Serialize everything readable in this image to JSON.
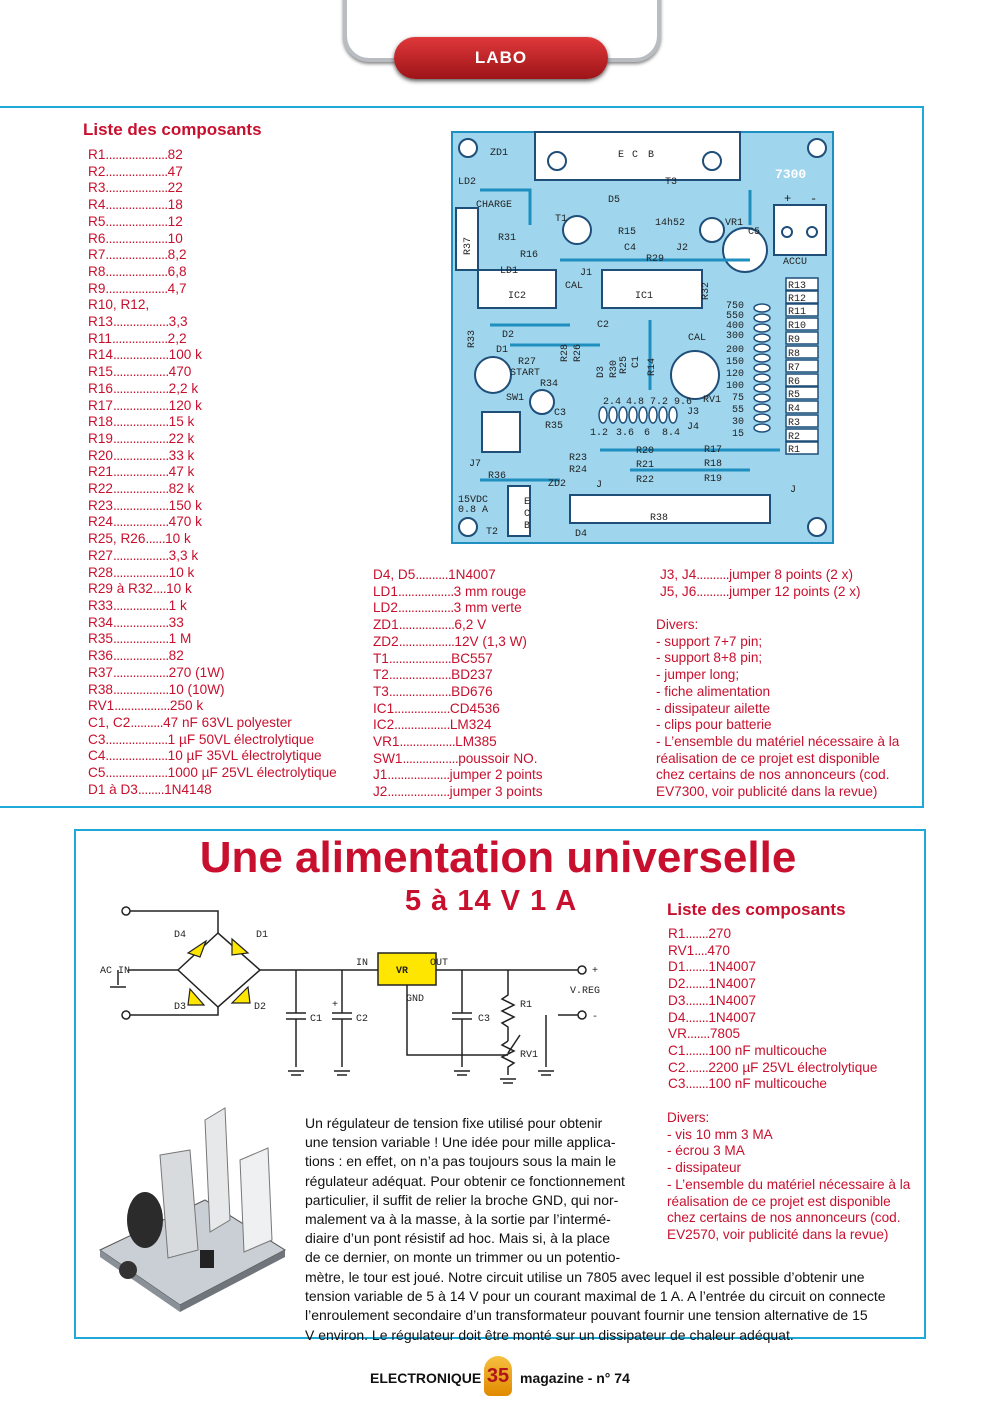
{
  "header": {
    "section_label": "LABO"
  },
  "list1": {
    "title": "Liste des composants",
    "col1": [
      [
        "R1",
        "82"
      ],
      [
        "R2",
        "47"
      ],
      [
        "R3",
        "22"
      ],
      [
        "R4",
        "18"
      ],
      [
        "R5",
        "12"
      ],
      [
        "R6",
        "10"
      ],
      [
        "R7",
        "8,2"
      ],
      [
        "R8",
        "6,8"
      ],
      [
        "R9",
        "4,7"
      ],
      [
        "R10, R12,",
        ""
      ],
      [
        "R13",
        "3,3"
      ],
      [
        "R11",
        "2,2"
      ],
      [
        "R14",
        "100 k"
      ],
      [
        "R15",
        "470"
      ],
      [
        "R16",
        "2,2 k"
      ],
      [
        "R17",
        "120 k"
      ],
      [
        "R18",
        "15 k"
      ],
      [
        "R19",
        "22 k"
      ],
      [
        "R20",
        "33 k"
      ],
      [
        "R21",
        "47 k"
      ],
      [
        "R22",
        "82 k"
      ],
      [
        "R23",
        "150 k"
      ],
      [
        "R24",
        "470 k"
      ],
      [
        "R25, R26",
        "10 k"
      ],
      [
        "R27",
        "3,3 k"
      ],
      [
        "R28",
        "10 k"
      ],
      [
        "R29 à R32",
        "10 k"
      ],
      [
        "R33",
        "1 k"
      ],
      [
        "R34",
        "33"
      ],
      [
        "R35",
        "1 M"
      ],
      [
        "R36",
        "82"
      ],
      [
        "R37",
        "270 (1W)"
      ],
      [
        "R38",
        "10 (10W)"
      ],
      [
        "RV1",
        "250 k"
      ],
      [
        "C1, C2",
        "47 nF 63VL polyester"
      ],
      [
        "C3",
        "1 µF 50VL électrolytique"
      ],
      [
        "C4",
        "10 µF 35VL électrolytique"
      ],
      [
        "C5",
        "1000 µF 25VL électrolytique"
      ],
      [
        "D1 à D3",
        "1N4148"
      ]
    ],
    "col2": [
      [
        "D4, D5",
        "1N4007"
      ],
      [
        "LD1",
        "3 mm rouge"
      ],
      [
        "LD2",
        "3 mm verte"
      ],
      [
        "ZD1",
        "6,2 V"
      ],
      [
        "ZD2",
        "12V (1,3 W)"
      ],
      [
        "T1",
        "BC557"
      ],
      [
        "T2",
        "BD237"
      ],
      [
        "T3",
        "BD676"
      ],
      [
        "IC1",
        "CD4536"
      ],
      [
        "IC2",
        "LM324"
      ],
      [
        "VR1",
        "LM385"
      ],
      [
        "SW1",
        "poussoir NO."
      ],
      [
        "J1",
        "jumper 2 points"
      ],
      [
        "J2",
        "jumper 3 points"
      ]
    ],
    "col3": [
      [
        "J3, J4",
        "jumper 8 points (2 x)"
      ],
      [
        "J5, J6",
        "jumper 12 points (2 x)"
      ]
    ],
    "divers": [
      "Divers:",
      "- support 7+7 pin;",
      "- support 8+8 pin;",
      "- jumper long;",
      "- fiche alimentation",
      "- dissipateur ailette",
      "- clips pour batterie",
      "- L’ensemble du matériel nécessaire à la",
      "réalisation de ce projet  est disponible",
      "chez certains de nos annonceurs (cod.",
      "EV7300, voir publicité dans la revue)"
    ]
  },
  "pcb": {
    "code": "7300",
    "labels": [
      "ZD1",
      "LD2",
      "CHARGE",
      "E",
      "C",
      "B",
      "T3",
      "D5",
      "T1",
      "14h52",
      "VR1",
      "C5",
      "ACCU",
      "R37",
      "R31",
      "R15",
      "C4",
      "J2",
      "R16",
      "R29",
      "LD1",
      "J1",
      "CAL",
      "IC2",
      "IC1",
      "R32",
      "C2",
      "R13",
      "R12",
      "R11",
      "R10",
      "R9",
      "R8",
      "R7",
      "R6",
      "R5",
      "R4",
      "R3",
      "R2",
      "R1",
      "R33",
      "D2",
      "D1",
      "R28",
      "R26",
      "D3",
      "R30",
      "R25",
      "C1",
      "R14",
      "CAL",
      "R27",
      "START",
      "R34",
      "SW1",
      "C3",
      "R35",
      "RV1",
      "J3",
      "J4",
      "J7",
      "R36",
      "R23",
      "R24",
      "R20",
      "R21",
      "R22",
      "R17",
      "R18",
      "R19",
      "ZD2",
      "J",
      "J",
      "15VDC",
      "0.8 A",
      "E",
      "C",
      "B",
      "T2",
      "D4",
      "R38"
    ],
    "current_labels": [
      "750",
      "550",
      "400",
      "300",
      "200",
      "150",
      "120",
      "100",
      "75",
      "55",
      "30",
      "15"
    ],
    "voltage_labels_top": [
      "2.4",
      "4.8",
      "7.2",
      "9.6"
    ],
    "voltage_labels_bottom": [
      "1.2",
      "3.6",
      "6",
      "8.4"
    ],
    "terminal_signs": [
      "+",
      "-"
    ]
  },
  "article2": {
    "title": "Une alimentation universelle",
    "subtitle": "5 à 14 V 1 A",
    "list_title": "Liste des composants",
    "list": [
      [
        "R1",
        "270"
      ],
      [
        "RV1",
        "470"
      ],
      [
        "D1",
        "1N4007"
      ],
      [
        "D2",
        "1N4007"
      ],
      [
        "D3",
        "1N4007"
      ],
      [
        "D4",
        "1N4007"
      ],
      [
        "VR",
        "7805"
      ],
      [
        "C1",
        "100 nF multicouche"
      ],
      [
        "C2",
        "2200 µF 25VL électrolytique"
      ],
      [
        "C3",
        "100 nF multicouche"
      ]
    ],
    "divers": [
      "Divers:",
      "- vis 10 mm 3 MA",
      "- écrou 3 MA",
      "- dissipateur",
      "- L’ensemble du matériel nécessaire à la",
      "réalisation de ce projet  est disponible",
      "chez certains de nos annonceurs (cod.",
      "EV2570, voir publicité dans la revue)"
    ],
    "schematic_labels": {
      "d4": "D4",
      "d1": "D1",
      "d3": "D3",
      "d2": "D2",
      "ac_in": "AC IN",
      "in": "IN",
      "out": "OUT",
      "vr": "VR",
      "gnd": "GND",
      "c1": "C1",
      "c2": "C2",
      "c3": "C3",
      "r1": "R1",
      "rv1": "RV1",
      "vreg": "V.REG",
      "plus": "+",
      "minus": "-"
    },
    "body_lines_narrow": [
      "Un régulateur de tension fixe utilisé pour obtenir",
      "une tension variable ! Une idée pour mille applica-",
      "tions : en effet, on n’a pas toujours sous la main le",
      "régulateur adéquat. Pour obtenir ce fonctionnement",
      "particulier, il suffit de relier la broche GND, qui nor-",
      "malement va à la masse, à la sortie par l’intermé-",
      "diaire d’un pont résistif ad hoc. Mais si, à la place",
      "de ce dernier, on monte un trimmer ou un potentio-"
    ],
    "body_lines_wide": [
      "mètre, le tour est joué. Notre circuit utilise un 7805 avec lequel il est possible d’obtenir une",
      "tension variable de 5 à 14 V pour un courant maximal de 1 A. A l’entrée du circuit on connecte",
      "l’enroulement secondaire d’un transformateur pouvant fournir une tension alternative de 15",
      "V environ. Le régulateur doit être monté sur un dissipateur de chaleur adéquat."
    ]
  },
  "footer": {
    "left": "ELECTRONIQUE",
    "page": "35",
    "right": "magazine - n° 74"
  },
  "colors": {
    "accent_red": "#c8102e",
    "frame_blue": "#1ea9d8",
    "pcb_blue": "#9fd6ee",
    "pcb_line": "#1f8fc0",
    "regulator_yellow": "#ffe600"
  }
}
